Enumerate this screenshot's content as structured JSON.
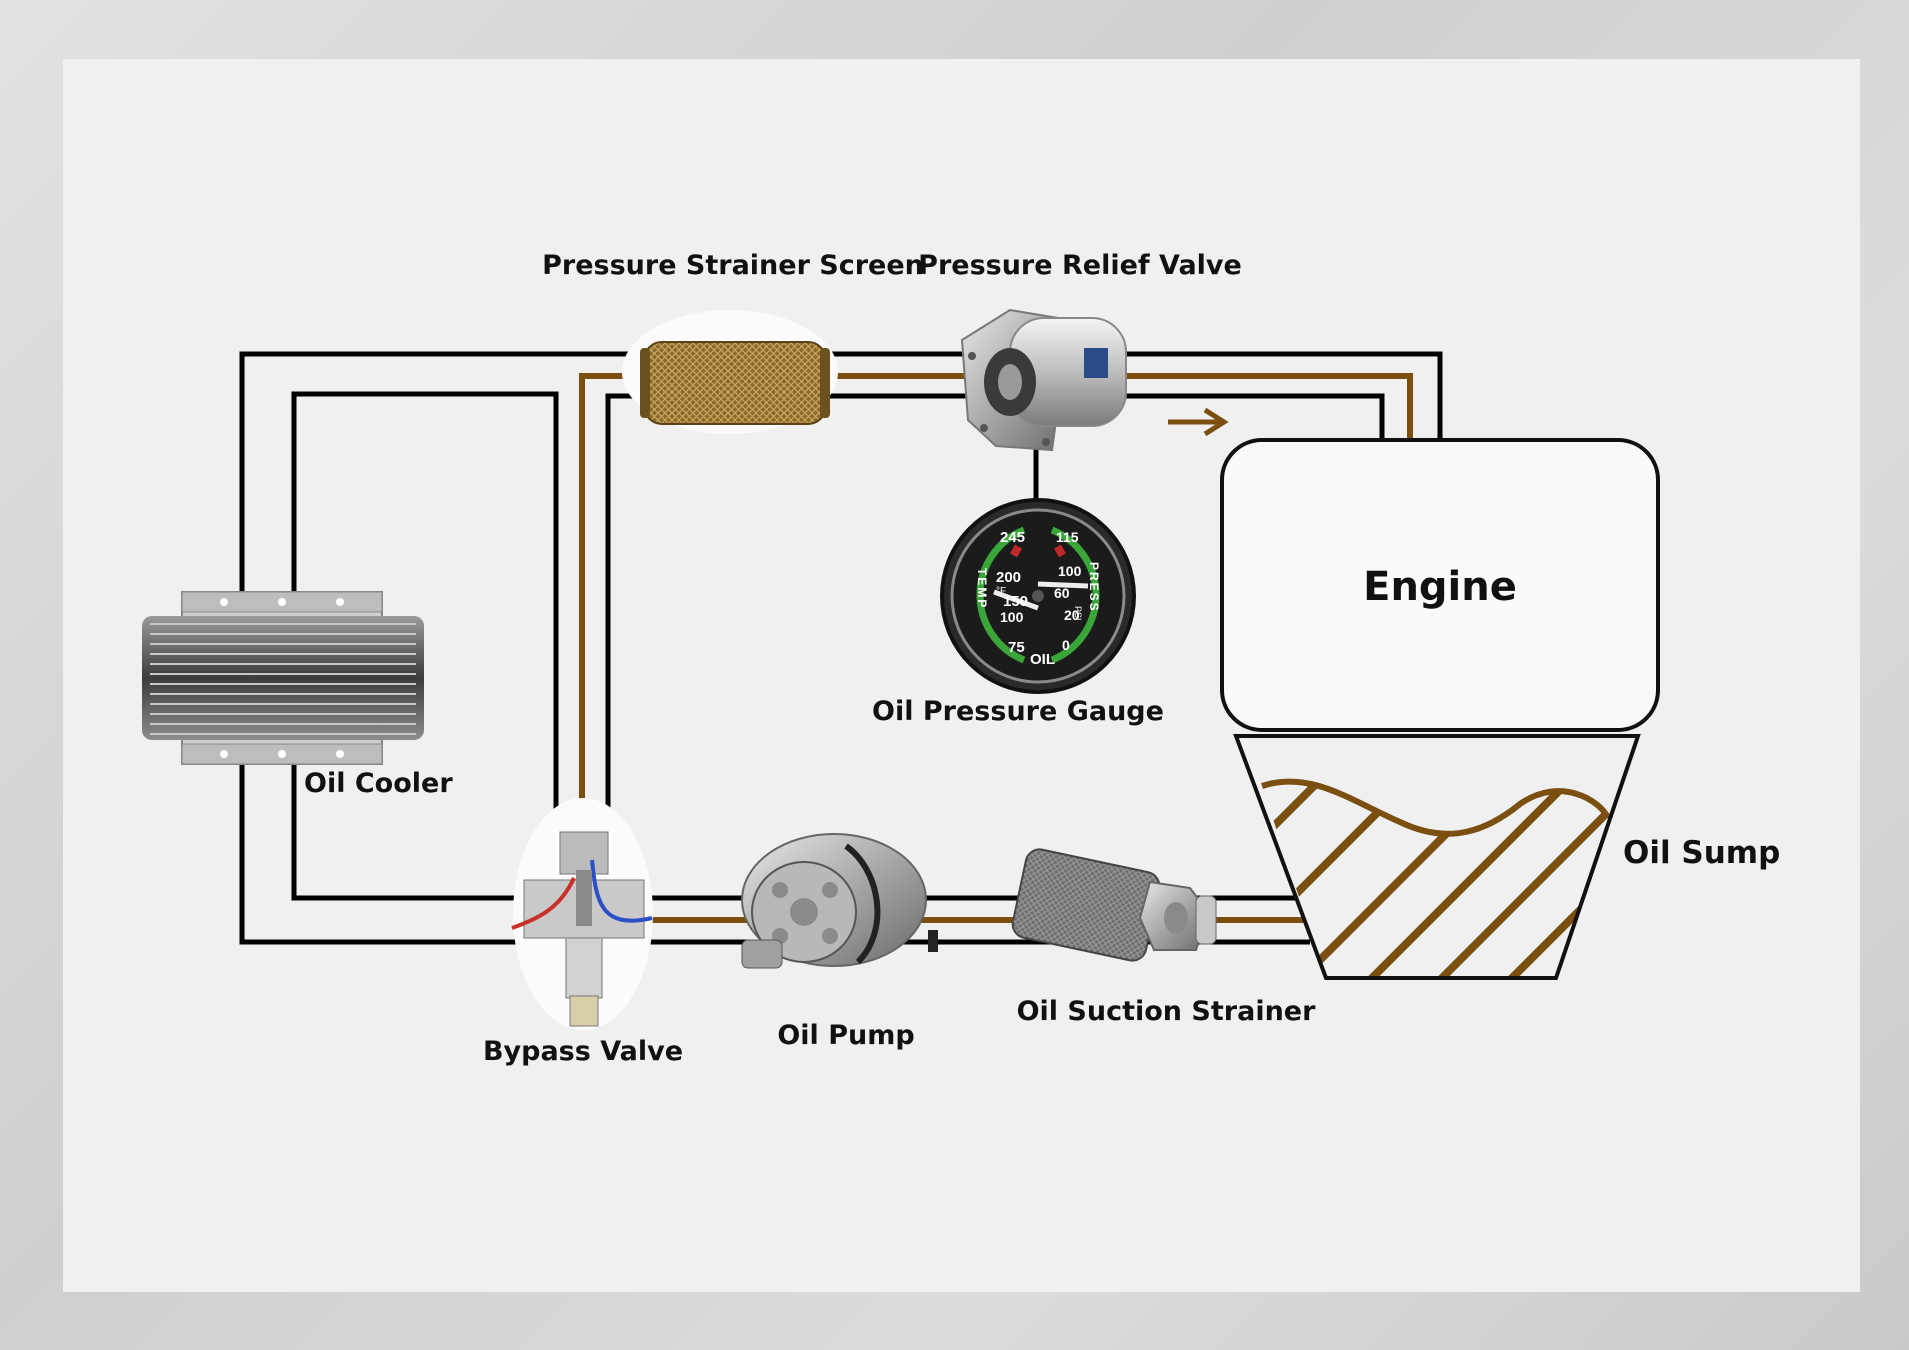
{
  "labels": {
    "pressure_strainer_screen": "Pressure Strainer Screen",
    "pressure_relief_valve": "Pressure Relief Valve",
    "engine": "Engine",
    "oil_pressure_gauge": "Oil Pressure Gauge",
    "oil_cooler": "Oil Cooler",
    "oil_sump": "Oil Sump",
    "oil_suction_strainer": "Oil Suction Strainer",
    "oil_pump": "Oil Pump",
    "bypass_valve": "Bypass Valve"
  },
  "gauge": {
    "temp_ticks": [
      "245",
      "200",
      "150",
      "100",
      "75"
    ],
    "temp_unit": "°F",
    "temp_word": "TEMP",
    "press_ticks": [
      "115",
      "100",
      "60",
      "20",
      "0"
    ],
    "press_unit": "PSI",
    "press_word": "PRESS",
    "center_word": "OIL"
  },
  "colors": {
    "oil_line": "#7a4f10",
    "pipe_line": "#000000",
    "gauge_face": "#1b1b1b",
    "gauge_green": "#3aa63a",
    "gauge_red": "#c0282a",
    "bypass_red": "#c8302a",
    "bypass_blue": "#2a4fc8",
    "strainer_brass": "#9a7530"
  }
}
